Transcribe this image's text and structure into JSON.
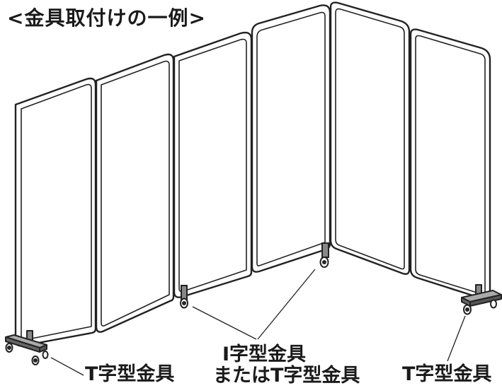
{
  "title": "<金具取付けの一例>",
  "labels": {
    "left_bracket": "T字型金具",
    "middle_bracket_line1": "I字型金具",
    "middle_bracket_line2": "またはT字型金具",
    "right_bracket": "T字型金具"
  }
}
